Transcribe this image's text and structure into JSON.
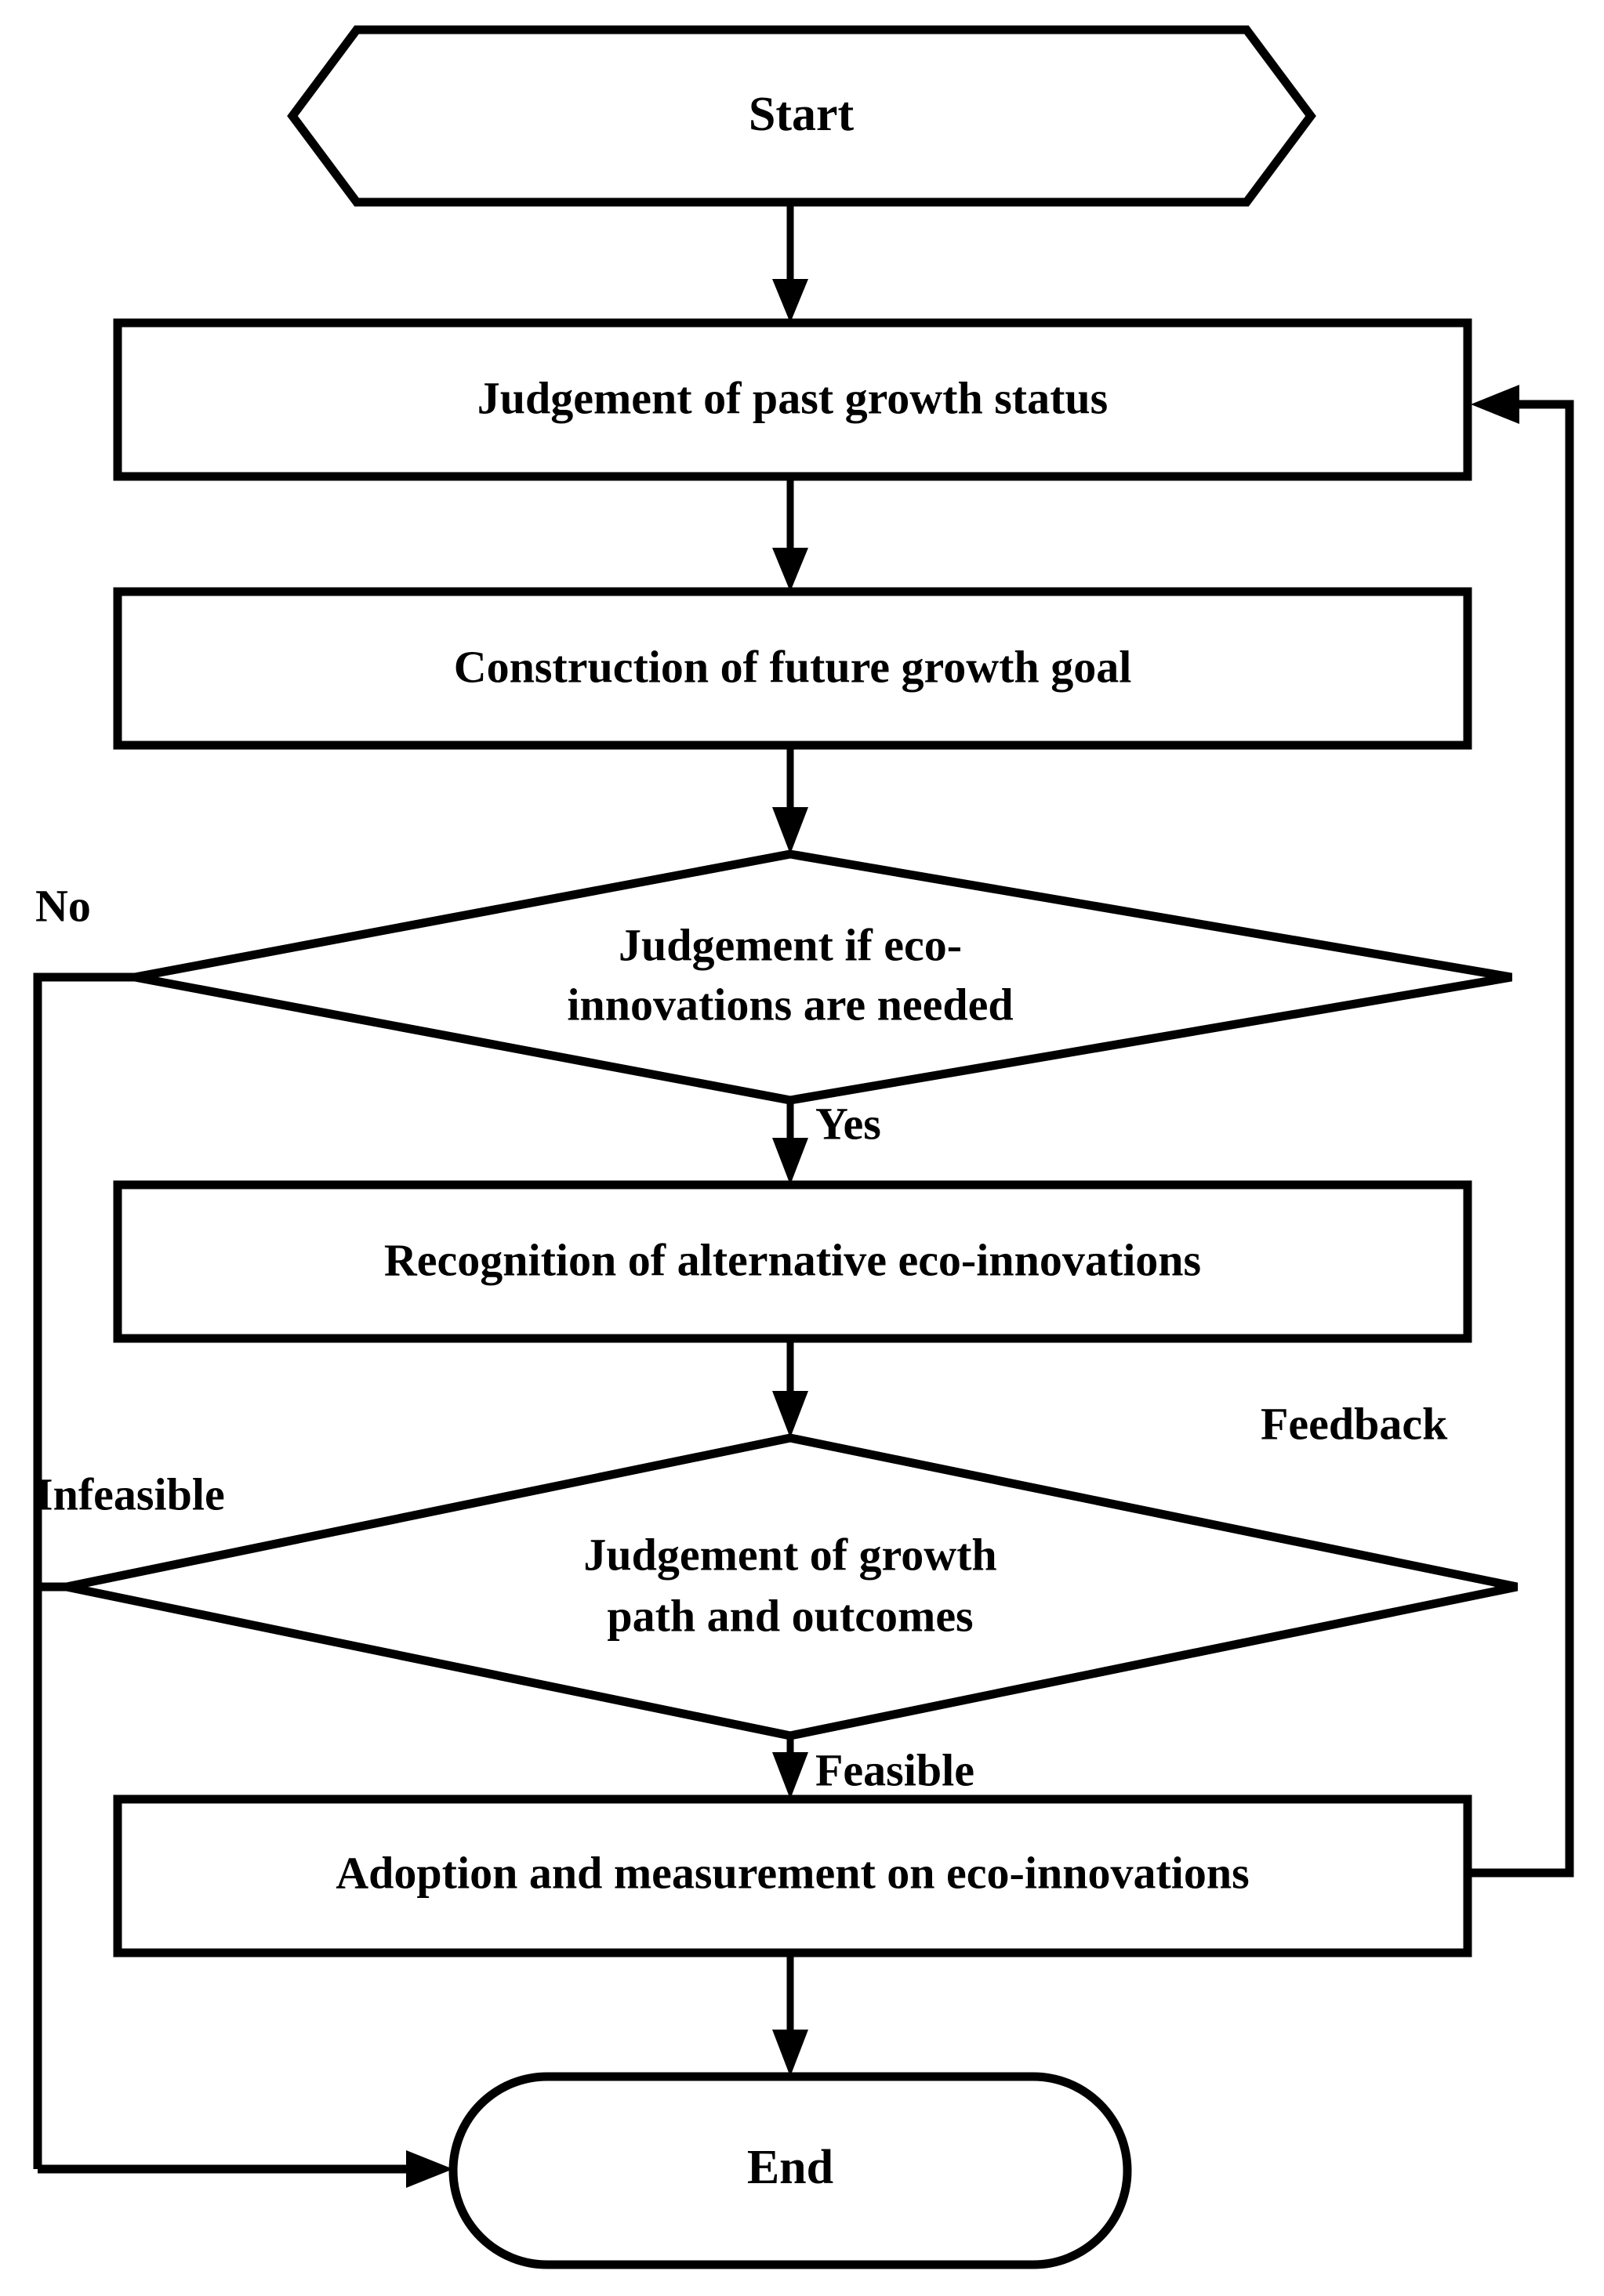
{
  "diagram": {
    "type": "flowchart",
    "title": "Eco-innovation growth decision flowchart",
    "background_color": "#ffffff",
    "line_color": "#000000",
    "text_color": "#000000"
  },
  "nodes": {
    "start": {
      "label": "Start",
      "shape": "hexagon"
    },
    "judge_past": {
      "label": "Judgement of past growth status",
      "shape": "rectangle"
    },
    "construct_goal": {
      "label": "Construction of future growth goal",
      "shape": "rectangle"
    },
    "judge_need_line1": {
      "label": "Judgement if eco-",
      "shape": "diamond"
    },
    "judge_need_line2": {
      "label": "innovations are needed",
      "shape": "diamond"
    },
    "recognition": {
      "label": "Recognition of alternative eco-innovations",
      "shape": "rectangle"
    },
    "judge_path_line1": {
      "label": "Judgement of growth",
      "shape": "diamond"
    },
    "judge_path_line2": {
      "label": "path and outcomes",
      "shape": "diamond"
    },
    "adoption": {
      "label": "Adoption and measurement on eco-innovations",
      "shape": "rectangle"
    },
    "end": {
      "label": "End",
      "shape": "stadium"
    }
  },
  "edge_labels": {
    "no": "No",
    "yes": "Yes",
    "infeasible": "Infeasible",
    "feasible": "Feasible",
    "feedback": "Feedback"
  }
}
